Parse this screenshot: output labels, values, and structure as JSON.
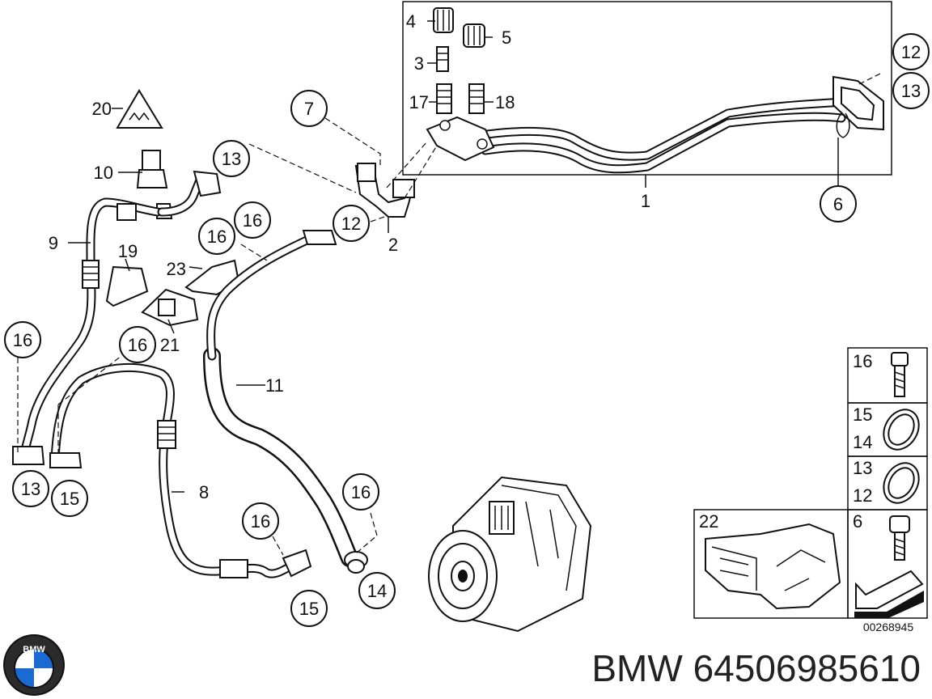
{
  "diagram": {
    "part_number_caption": "BMW 64506985610",
    "drawing_code": "00268945",
    "brand_logo": {
      "icon": "bmw-roundel-logo",
      "letters": "BMW",
      "colors": {
        "blue": "#1c69d4",
        "ring": "#111111"
      }
    },
    "callouts": {
      "c1": "1",
      "c2": "2",
      "c3": "3",
      "c4": "4",
      "c5": "5",
      "c6": "6",
      "c7": "7",
      "c8": "8",
      "c9": "9",
      "c10": "10",
      "c11": "11",
      "c12_top_right": "12",
      "c13_top_right": "13",
      "c12_mid": "12",
      "c13_mid": "13",
      "c14": "14",
      "c15": "15",
      "c16_top": "16",
      "c16_mid": "16",
      "c16_left": "16",
      "c16_center": "16",
      "c16_lower": "16",
      "c16_right": "16",
      "c17": "17",
      "c18": "18",
      "c19": "19",
      "c20": "20",
      "c21": "21",
      "c22": "22",
      "c23": "23",
      "c13_bottom_left": "13",
      "c15_bottom_left": "15",
      "c15_bottom": "15",
      "c14_bottom": "14",
      "c6_right": "6"
    },
    "legend_box": [
      {
        "labels": [
          "16"
        ]
      },
      {
        "labels": [
          "15",
          "14"
        ]
      },
      {
        "labels": [
          "13",
          "12"
        ]
      },
      {
        "labels": [
          "6"
        ]
      }
    ],
    "legend_22": "22"
  }
}
